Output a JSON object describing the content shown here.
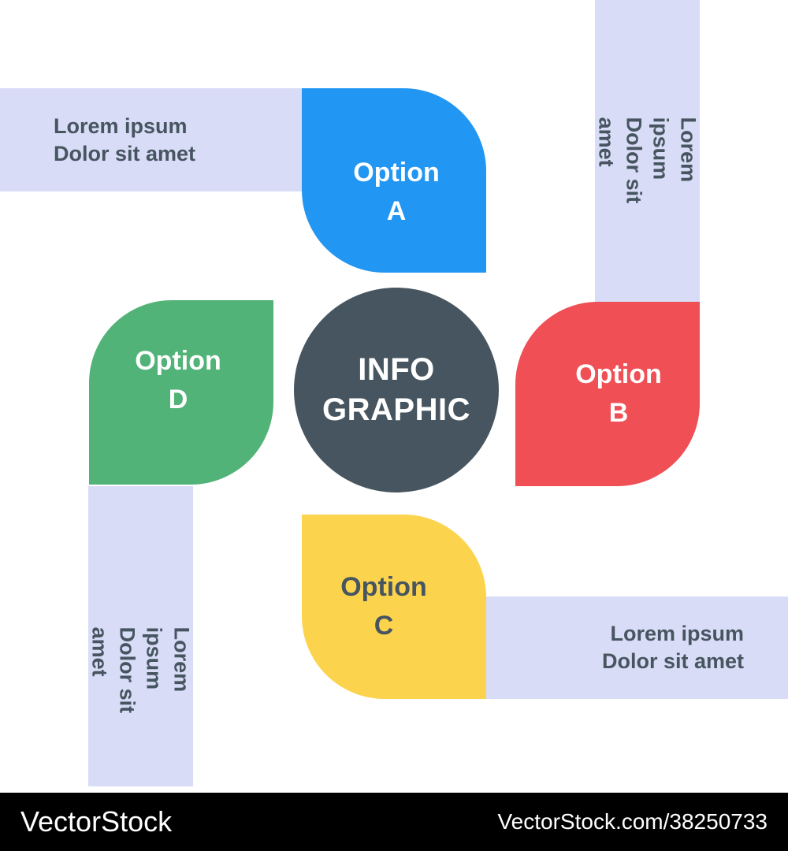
{
  "graphic": {
    "center": {
      "label": "INFO\nGRAPHIC",
      "color": "#46555f",
      "text_color": "#ffffff"
    },
    "options": [
      {
        "id": "a",
        "label": "Option\nA",
        "color": "#2196f3",
        "text_color": "#ffffff",
        "position": "top"
      },
      {
        "id": "b",
        "label": "Option\nB",
        "color": "#ef4f55",
        "text_color": "#ffffff",
        "position": "right"
      },
      {
        "id": "c",
        "label": "Option\nC",
        "color": "#fcd34d",
        "text_color": "#46555f",
        "position": "bottom"
      },
      {
        "id": "d",
        "label": "Option\nD",
        "color": "#52b378",
        "text_color": "#ffffff",
        "position": "left"
      }
    ],
    "banners": [
      {
        "id": "top-left",
        "text": "Lorem ipsum\nDolor sit amet",
        "color": "#d8dcf7",
        "text_color": "#46555f",
        "orientation": "horizontal"
      },
      {
        "id": "top-right",
        "text": "Lorem ipsum\nDolor sit amet",
        "color": "#d8dcf7",
        "text_color": "#46555f",
        "orientation": "vertical"
      },
      {
        "id": "bottom-left",
        "text": "Lorem ipsum\nDolor sit amet",
        "color": "#d8dcf7",
        "text_color": "#46555f",
        "orientation": "vertical"
      },
      {
        "id": "bottom-right",
        "text": "Lorem ipsum\nDolor sit amet",
        "color": "#d8dcf7",
        "text_color": "#46555f",
        "orientation": "horizontal"
      }
    ]
  },
  "footer": {
    "brand": "VectorStock",
    "url": "VectorStock.com/38250733",
    "background": "#000000",
    "text_color": "#ffffff"
  }
}
